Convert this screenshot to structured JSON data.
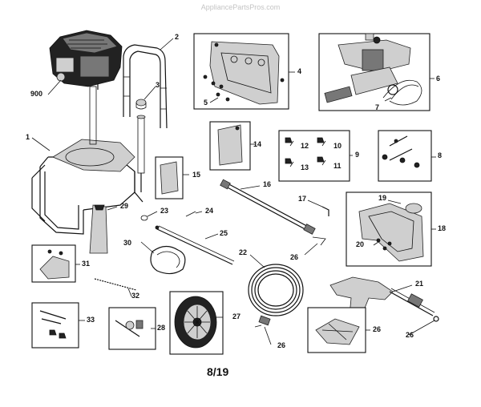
{
  "watermark": "AppliancePartsPros.com",
  "page_number": "8/19",
  "callouts": {
    "c900": "900",
    "c1": "1",
    "c2": "2",
    "c3": "3",
    "c4": "4",
    "c5": "5",
    "c6": "6",
    "c7": "7",
    "c8": "8",
    "c9": "9",
    "c10": "10",
    "c11": "11",
    "c12": "12",
    "c13": "13",
    "c14": "14",
    "c15": "15",
    "c16": "16",
    "c17": "17",
    "c18": "18",
    "c19": "19",
    "c20": "20",
    "c21": "21",
    "c22": "22",
    "c23": "23",
    "c24": "24",
    "c25": "25",
    "c26a": "26",
    "c26b": "26",
    "c26c": "26",
    "c26d": "26",
    "c27": "27",
    "c28": "28",
    "c29": "29",
    "c30": "30",
    "c31": "31",
    "c32": "32",
    "c33": "33"
  }
}
